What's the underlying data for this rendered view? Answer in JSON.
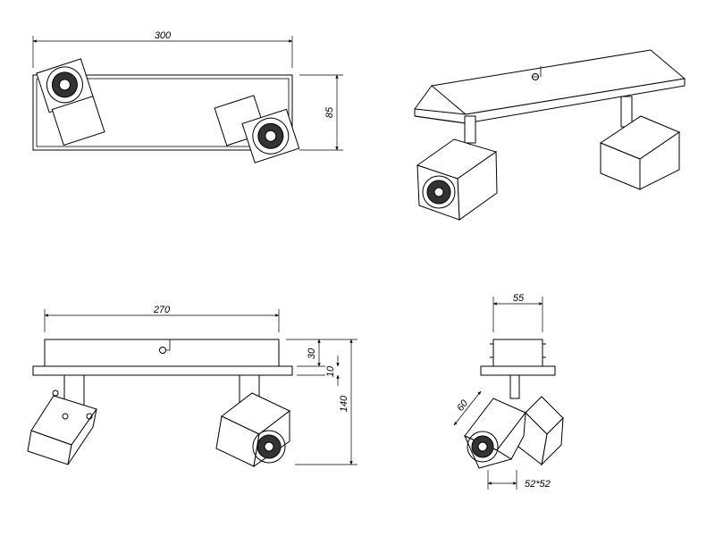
{
  "drawing": {
    "top_view": {
      "width_label": "300",
      "depth_label": "85"
    },
    "front_view": {
      "length_label": "270",
      "plate_height_label": "30",
      "plate_thickness_label": "10",
      "total_height_label": "140"
    },
    "side_view": {
      "plate_width_label": "55",
      "arm_label": "60",
      "head_size_label": "52*52"
    }
  }
}
